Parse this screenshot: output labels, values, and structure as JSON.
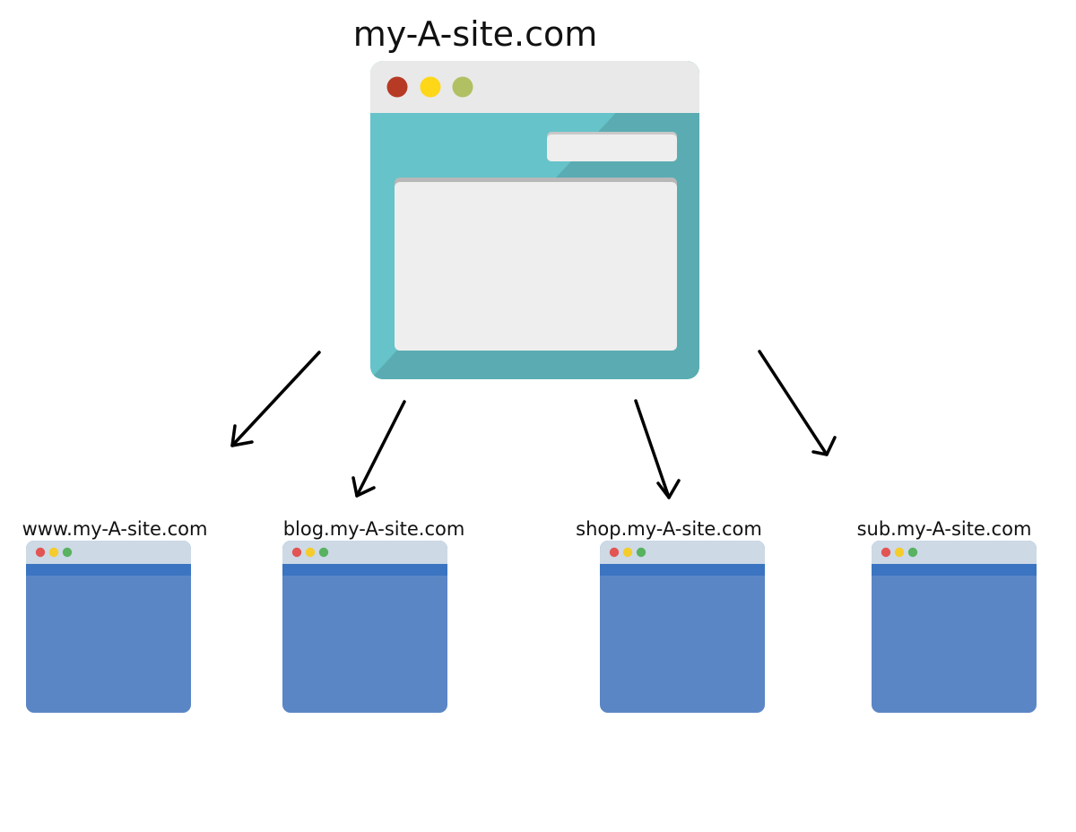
{
  "main_site": {
    "domain": "my-A-site.com",
    "colors": {
      "titlebar": "#e9e9e9",
      "body": "#65c3c9",
      "body_shadow": "#5aacb2",
      "panel": "#eeeeee",
      "dot_red": "#b63a24",
      "dot_yellow": "#fdd718",
      "dot_green": "#b1c063"
    }
  },
  "subdomains": [
    {
      "domain": "www.my-A-site.com"
    },
    {
      "domain": "blog.my-A-site.com"
    },
    {
      "domain": "shop.my-A-site.com"
    },
    {
      "domain": "sub.my-A-site.com"
    }
  ],
  "sub_colors": {
    "titlebar": "#cdd9e5",
    "stripe": "#3b74c1",
    "body": "#5b86c5",
    "dot_red": "#e25552",
    "dot_yellow": "#f4cc2b",
    "dot_green": "#58b260"
  },
  "arrow_color": "#000000"
}
